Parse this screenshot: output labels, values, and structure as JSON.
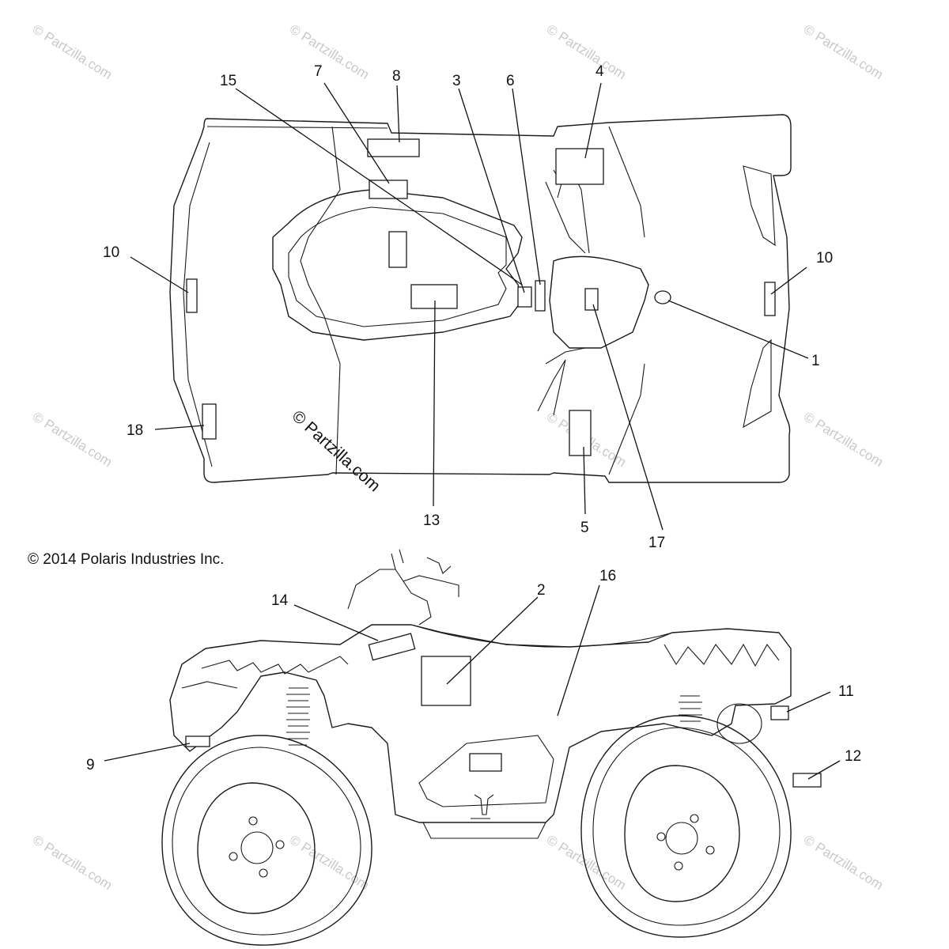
{
  "copyright": "© 2014 Polaris Industries Inc.",
  "watermark": "© Partzilla.com",
  "callouts": {
    "c1": "1",
    "c2": "2",
    "c3": "3",
    "c4": "4",
    "c5": "5",
    "c6": "6",
    "c7": "7",
    "c8": "8",
    "c9": "9",
    "c10a": "10",
    "c10b": "10",
    "c11": "11",
    "c12": "12",
    "c13": "13",
    "c14": "14",
    "c15": "15",
    "c16": "16",
    "c17": "17",
    "c18": "18"
  },
  "colors": {
    "line": "#1a1a1a",
    "watermark": "#c9c9c9",
    "background": "#ffffff"
  }
}
